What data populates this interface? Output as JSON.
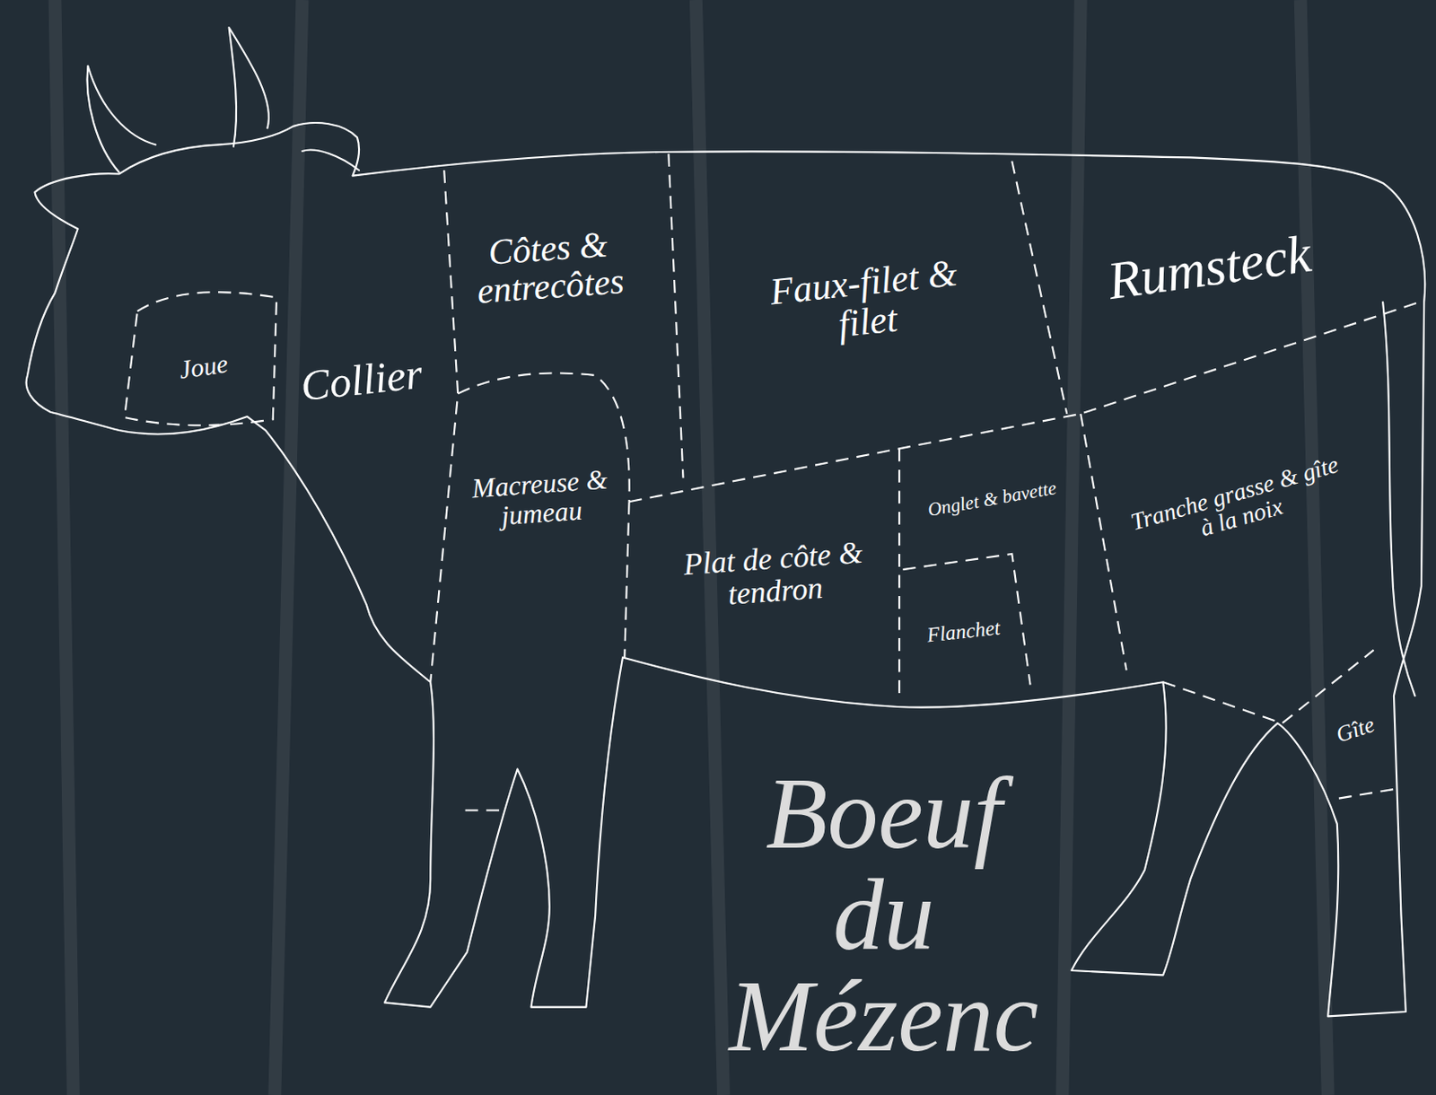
{
  "diagram": {
    "title": "Boeuf du Mézenc",
    "labels": [
      "Joue",
      "Collier",
      "Côtes & entrecôtes",
      "Faux-filet & filet",
      "Rumsteck",
      "Macreuse & jumeau",
      "Plat de côte & tendron",
      "Onglet & bavette",
      "Flanchet",
      "Tranche grasse & gîte à la noix",
      "Gîte"
    ]
  }
}
